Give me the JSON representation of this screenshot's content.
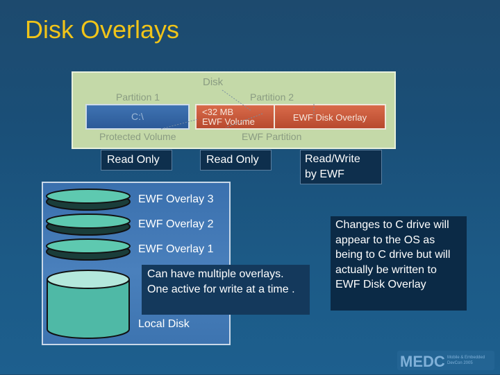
{
  "title": "Disk Overlays",
  "disk": {
    "label": "Disk",
    "partition1": {
      "label": "Partition 1",
      "drive": "C:\\",
      "volume_label": "Protected Volume"
    },
    "partition2": {
      "label": "Partition 2",
      "ewf_volume": "<32 MB\nEWF Volume",
      "ewf_overlay": "EWF Disk Overlay",
      "volume_label": "EWF Partition"
    }
  },
  "tags": {
    "read_only_1": "Read Only",
    "read_only_2": "Read Only",
    "read_write": "Read/Write\nby EWF"
  },
  "local": {
    "overlays": [
      "EWF Overlay 3",
      "EWF Overlay 2",
      "EWF Overlay 1"
    ],
    "disk_label": "Local Disk"
  },
  "notes": {
    "multiple": "Can have multiple overlays. One active for write at a time .",
    "changes": "Changes to C drive will appear to the OS as being to C drive but will actually be written to EWF Disk Overlay"
  },
  "logo": {
    "text": "MEDC",
    "subtitle": "Mobile & Embedded DevCon 2005"
  },
  "colors": {
    "title": "#f0c419",
    "disk_bg": "#c4d9a8",
    "overlay_red": "#c9573a",
    "platter": "#5ec9b0",
    "c_blue": "#3a6aa8"
  }
}
